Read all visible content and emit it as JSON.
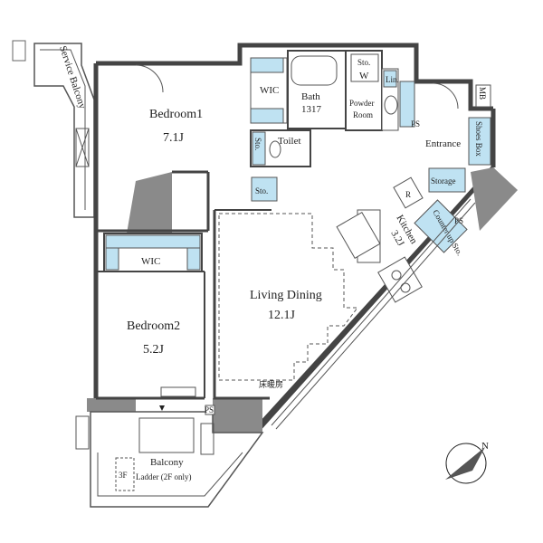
{
  "rooms": {
    "service_balcony": "Service Balcony",
    "bedroom1": "Bedroom1",
    "bedroom1_size": "7.1J",
    "wic_top": "WIC",
    "bath": "Bath",
    "bath_size": "1317",
    "sto_w": "Sto.",
    "w_mark": "W",
    "powder_room": "Powder Room",
    "lin": "Lin.",
    "ps_top": "PS",
    "mb": "MB",
    "toilet": "Toilet",
    "sto_toilet": "Sto.",
    "sto_hall": "Sto.",
    "entrance": "Entrance",
    "shoes_box": "Shoes Box",
    "storage": "Storage",
    "kitchen": "Kitchen",
    "kitchen_size": "3.2J",
    "counter": "Counter up Sto.",
    "ps_kitchen": "PS",
    "refrigerator": "R",
    "wic_mid": "WIC",
    "living_dining": "Living Dining",
    "living_dining_size": "12.1J",
    "floor_heating": "床暖房",
    "bedroom2": "Bedroom2",
    "bedroom2_size": "5.2J",
    "ps_balcony": "PS",
    "balcony": "Balcony",
    "ladder_floor": "3F",
    "ladder": "Ladder (2F only)"
  },
  "compass": {
    "north_label": "N"
  }
}
